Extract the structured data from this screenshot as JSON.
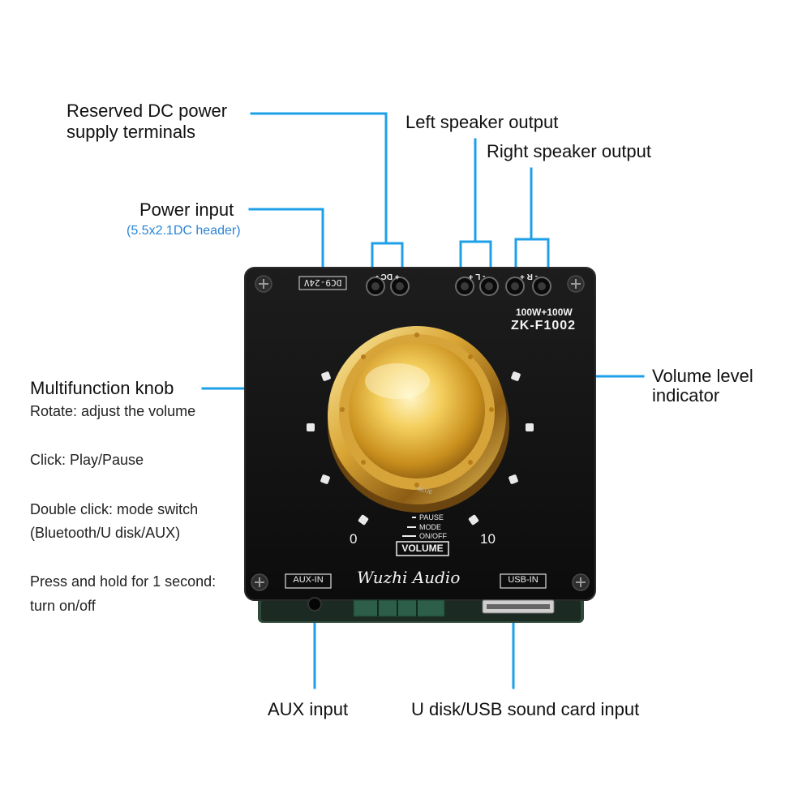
{
  "callouts": {
    "reserved_dc": "Reserved DC power\nsupply terminals",
    "left_speaker": "Left speaker output",
    "right_speaker": "Right speaker output",
    "power_input": "Power input",
    "power_input_sub": "(5.5x2.1DC header)",
    "knob_title": "Multifunction knob",
    "knob_rotate": "Rotate: adjust the volume",
    "knob_click": "Click: Play/Pause",
    "knob_double": "Double click: mode switch",
    "knob_double_sub": "(Bluetooth/U disk/AUX)",
    "knob_hold": "Press and hold for 1 second:",
    "knob_hold_sub": "turn on/off",
    "volume_level": "Volume level\nindicator",
    "aux_input": "AUX input",
    "usb_input": "U disk/USB sound card input"
  },
  "board": {
    "power_label": "DC9-24V",
    "dc_label": "+ DC -",
    "left_label": "- L +",
    "right_label": "- R +",
    "model_power": "100W+100W",
    "model_name": "ZK-F1002",
    "vol_min": "0",
    "vol_max": "10",
    "legend_pause": "PAUSE",
    "legend_mode": "MODE",
    "legend_onoff": "ON/OFF",
    "volume_label": "VOLUME",
    "brand": "Wuzhi Audio",
    "aux_label": "AUX-IN",
    "usb_label": "USB-IN",
    "knob_side_text": "BLUE"
  },
  "colors": {
    "callout_line": "#1ea0e8",
    "board": "#111111",
    "gold": "#e3b53a"
  }
}
